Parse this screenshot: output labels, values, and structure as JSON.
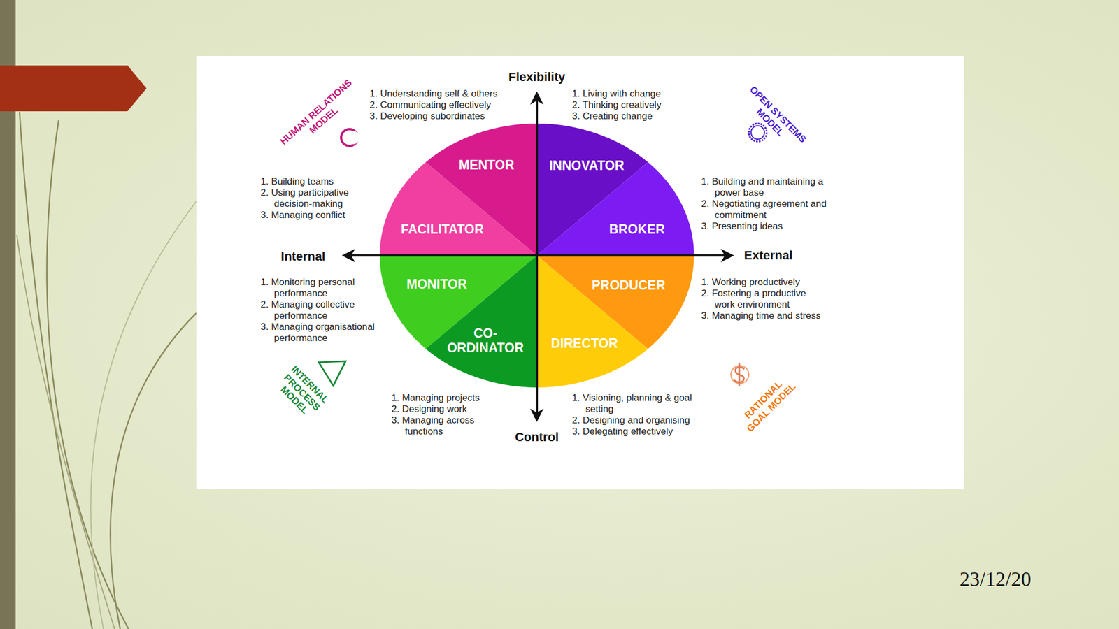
{
  "diagram": {
    "nodes": [
      {
        "text": [
          "MENTOR"
        ]
      },
      {
        "text": [
          "INNOVATOR"
        ]
      },
      {
        "text": [
          "FACILITATOR"
        ]
      },
      {
        "text": [
          "BROKER"
        ]
      },
      {
        "text": [
          "MONITOR"
        ]
      },
      {
        "text": [
          "PRODUCER"
        ]
      },
      {
        "text": [
          "CO- ORDINATOR"
        ]
      },
      {
        "text": [
          "DIRECTOR"
        ]
      }
    ],
    "labels": [
      "Flexibility",
      "Control",
      "Internal",
      "External",
      "HUMAN RELATIONS MODEL",
      "OPEN SYSTEMS MODEL",
      "INTERNAL PROCESS MODEL",
      "RATIONAL GOAL MODEL",
      "1. Understanding self & others",
      "2. Communicating effectively",
      "3. Developing subordinates",
      "1. Living with change",
      "2. Thinking creatively",
      "3. Creating change",
      "1. Building teams",
      "2. Using participative decision-making",
      "3. Managing conflict",
      "1. Building and maintaining a power base",
      "2. Negotiating agreement and commitment",
      "3. Presenting ideas",
      "1. Monitoring personal performance",
      "2. Managing collective performance",
      "3. Managing organisational performance",
      "1. Working productively",
      "2. Fostering a productive work environment",
      "3. Managing time and stress",
      "1. Managing projects",
      "2. Designing work",
      "3. Managing across functions",
      "1. Visioning, planning & goal setting",
      "2. Designing and organising",
      "3. Delegating effectively",
      "23/12/20"
    ]
  }
}
